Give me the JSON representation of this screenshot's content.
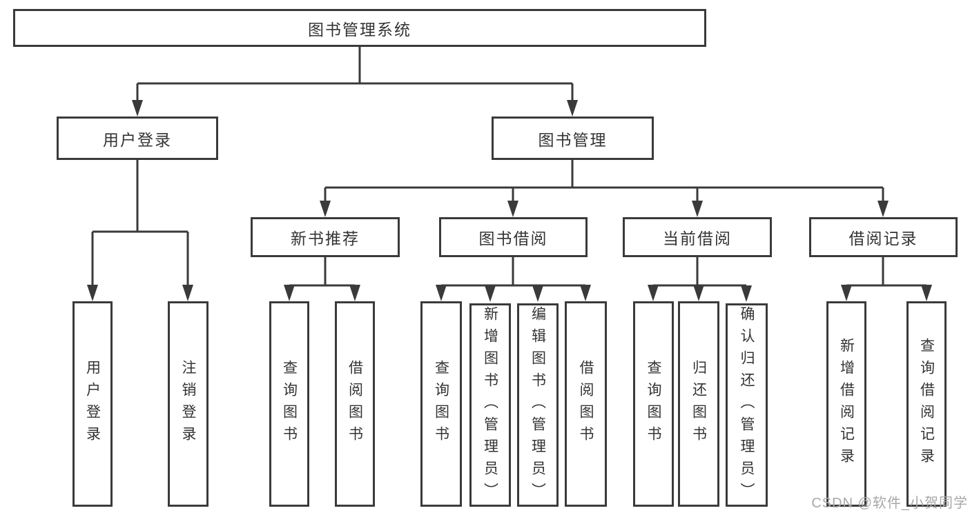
{
  "nodes": {
    "root": "图书管理系统",
    "user_login": "用户登录",
    "book_mgmt": "图书管理",
    "new_book_rec": "新书推荐",
    "book_borrow": "图书借阅",
    "current_borrow": "当前借阅",
    "borrow_records": "借阅记录",
    "leaf_user_login": "用户登录",
    "leaf_logout": "注销登录",
    "leaf_query_books_rec": "查询图书",
    "leaf_borrow_books_rec": "借阅图书",
    "leaf_query_books_borrow": "查询图书",
    "leaf_add_books_admin": "新增图书（管理员）",
    "leaf_edit_books_admin": "编辑图书（管理员）",
    "leaf_borrow_books_borrow": "借阅图书",
    "leaf_query_books_current": "查询图书",
    "leaf_return_books": "归还图书",
    "leaf_confirm_return_admin": "确认归还（管理员）",
    "leaf_add_borrow_record": "新增借阅记录",
    "leaf_query_borrow_record": "查询借阅记录"
  },
  "watermark": "CSDN @软件_小贺同学",
  "colors": {
    "border": "#3a3a3a",
    "text": "#333333",
    "watermark": "#a8a8a8"
  }
}
